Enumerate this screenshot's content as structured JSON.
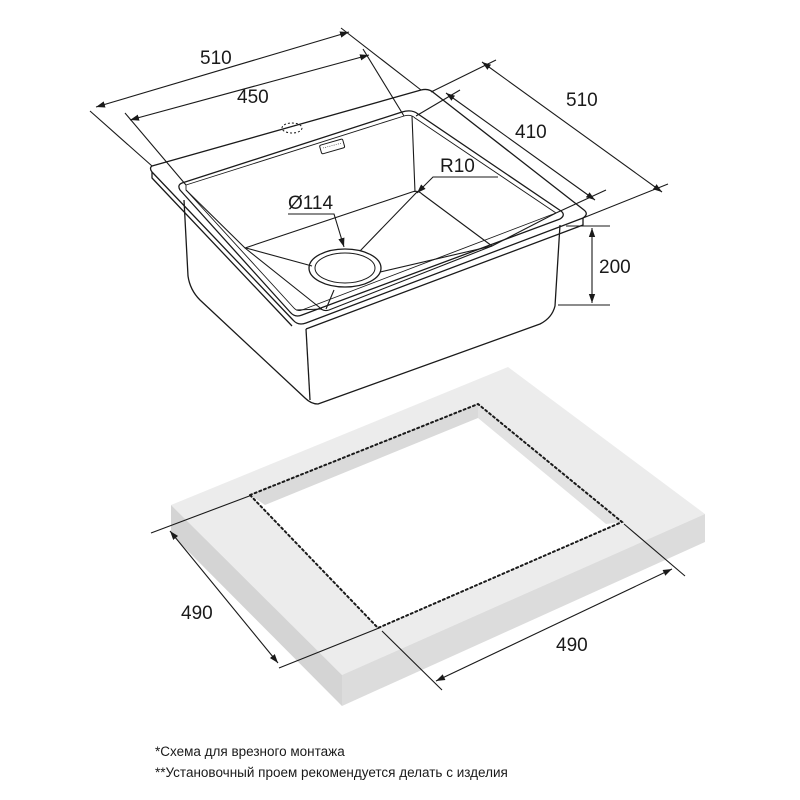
{
  "dimensions": {
    "outer_width": "510",
    "bowl_width": "450",
    "outer_depth": "510",
    "bowl_depth": "410",
    "corner_radius": "R10",
    "drain_diameter": "Ø114",
    "height": "200",
    "cutout_depth": "490",
    "cutout_width": "490"
  },
  "notes": {
    "line1": "*Схема для врезного монтажа",
    "line2": "**Установочный проем рекомендуется делать с изделия"
  },
  "colors": {
    "stroke": "#1a1a1a",
    "countertop_top": "#ececec",
    "countertop_front": "#dcdcdc",
    "countertop_side": "#d4d4d4",
    "cutout": "#ffffff"
  }
}
